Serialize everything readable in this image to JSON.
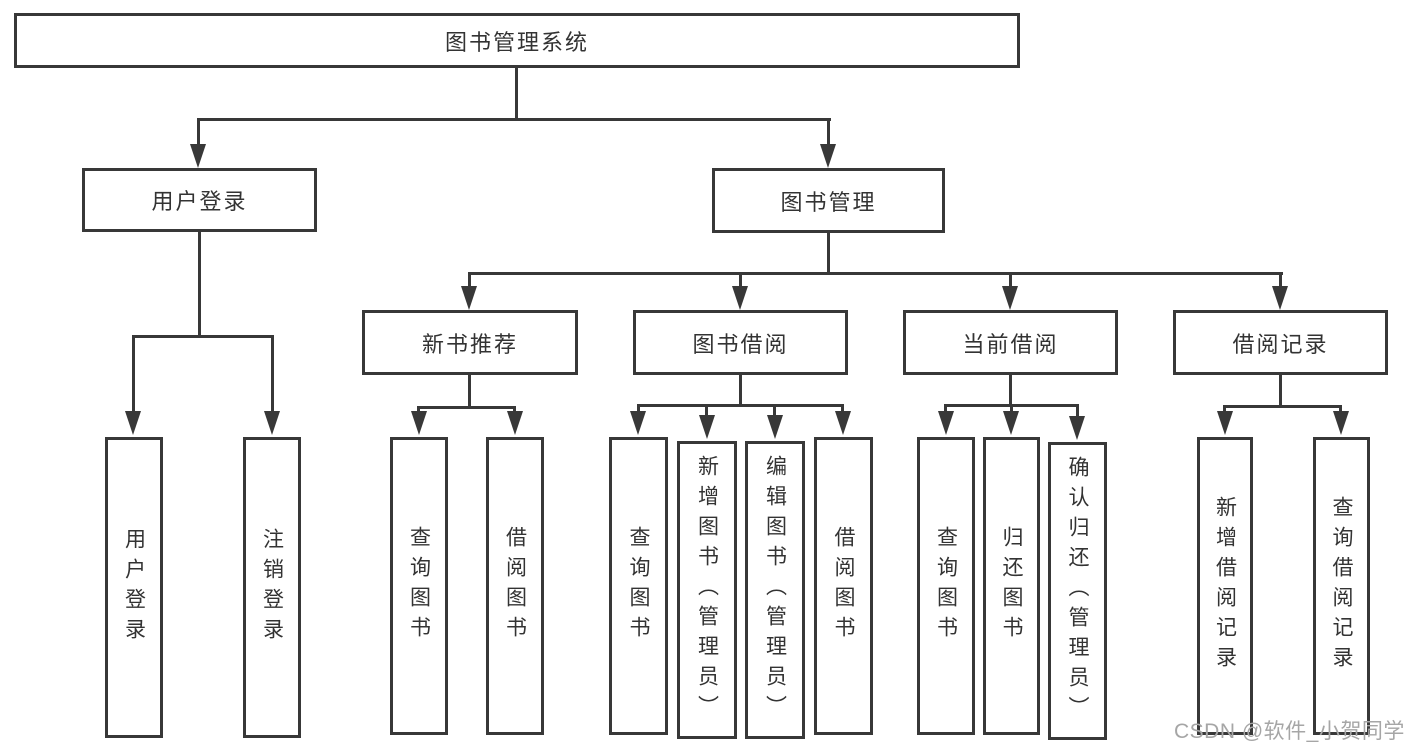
{
  "diagram": {
    "type": "hierarchy",
    "colors": {
      "line": "#383838",
      "text": "#333333",
      "watermark": "#a6a6a6",
      "background": "#ffffff"
    },
    "nodes": {
      "root": "图书管理系统",
      "l2": {
        "user_login": "用户登录",
        "book_mgmt": "图书管理"
      },
      "l3": {
        "new_rec": "新书推荐",
        "book_borrow": "图书借阅",
        "cur_borrow": "当前借阅",
        "borrow_rec": "借阅记录"
      },
      "leaves": {
        "user_login": {
          "login": "用户登录",
          "logout": "注销登录"
        },
        "new_rec": {
          "query": "查询图书",
          "borrow": "借阅图书"
        },
        "book_borrow": {
          "query": "查询图书",
          "add": "新增图书（管理员）",
          "edit": "编辑图书（管理员）",
          "borrow": "借阅图书"
        },
        "cur_borrow": {
          "query": "查询图书",
          "return": "归还图书",
          "confirm": "确认归还（管理员）"
        },
        "borrow_rec": {
          "add": "新增借阅记录",
          "query": "查询借阅记录"
        }
      }
    },
    "watermark": "CSDN @软件_小贺同学"
  }
}
